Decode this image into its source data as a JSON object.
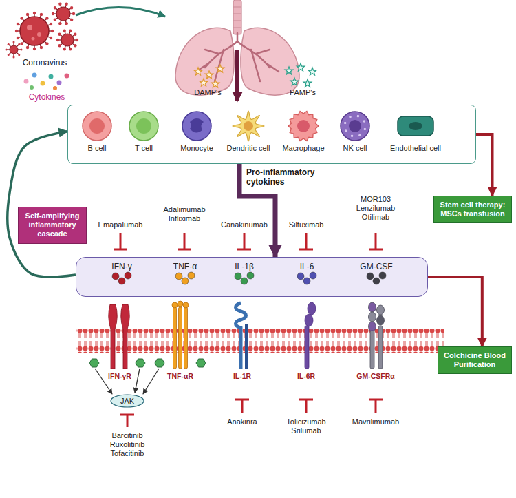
{
  "diagram": {
    "nodes": [
      {
        "text": []
      },
      {
        "text": [
          "B cell"
        ],
        "in": 0
      },
      {
        "text": [
          "T cell"
        ],
        "in": 0
      },
      {
        "text": [
          "Monocyte"
        ],
        "in": 0
      },
      {
        "text": [
          "Dendritic cell"
        ],
        "in": 0
      },
      {
        "text": [
          "Macrophage"
        ],
        "in": 0
      },
      {
        "text": [
          "NK cell"
        ],
        "in": 0
      },
      {
        "text": [
          "Endothelial cell"
        ],
        "in": 0
      },
      {
        "text": [
          "Stem cell therapy: MSCs transfusion"
        ]
      },
      {
        "text": [
          "Self-amplifying inflammatory cascade"
        ]
      },
      {
        "text": []
      },
      {
        "text": [
          "IFN-γ"
        ],
        "in": 10
      },
      {
        "text": [
          "TNF-α"
        ],
        "in": 10
      },
      {
        "text": [
          "IL-1β"
        ],
        "in": 10
      },
      {
        "text": [
          "IL-6"
        ],
        "in": 10
      },
      {
        "text": [
          "GM-CSF"
        ],
        "in": 10
      },
      {
        "text": [
          "Colchicine Blood Purification"
        ]
      },
      {
        "text": [
          "JAK"
        ]
      }
    ],
    "edges": [
      {
        "from": 0,
        "to": 8,
        "arrow": "to"
      },
      {
        "from": 0,
        "to": 10,
        "label": "Pro-inflammatory cytokines",
        "arrow": "to"
      },
      {
        "from": 10,
        "to": 0,
        "arrow": "to"
      },
      {
        "from": 10,
        "to": 16,
        "arrow": "to"
      }
    ],
    "labels": [
      "Coronavirus",
      "DAMP's",
      "PAMP's",
      "Cytokines",
      "Emapalumab",
      "Adalimumab Infliximab",
      "Canakinumab",
      "Siltuximab",
      "MOR103 Lenzilumab Otilimab",
      "IFN-γR",
      "TNF-αR",
      "IL-1R",
      "IL-6R",
      "GM-CSFRα",
      "Barcitinib Ruxolitinib Tofacitinib",
      "Anakinra",
      "Tolicizumab Srilumab",
      "Mavrilimumab"
    ]
  }
}
